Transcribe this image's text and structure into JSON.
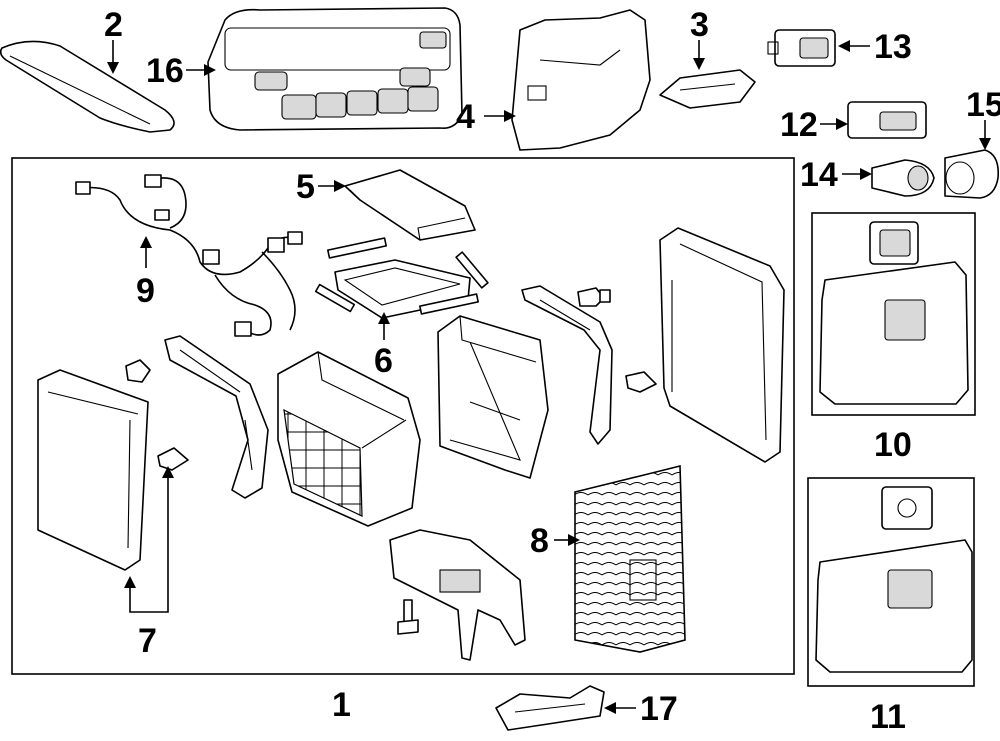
{
  "callouts": {
    "c1": "1",
    "c2": "2",
    "c3": "3",
    "c4": "4",
    "c5": "5",
    "c6": "6",
    "c7": "7",
    "c8": "8",
    "c9": "9",
    "c10": "10",
    "c11": "11",
    "c12": "12",
    "c13": "13",
    "c14": "14",
    "c15": "15",
    "c16": "16",
    "c17": "17"
  },
  "colors": {
    "line": "#000000",
    "background": "#ffffff",
    "shade": "#d9d9d9"
  }
}
